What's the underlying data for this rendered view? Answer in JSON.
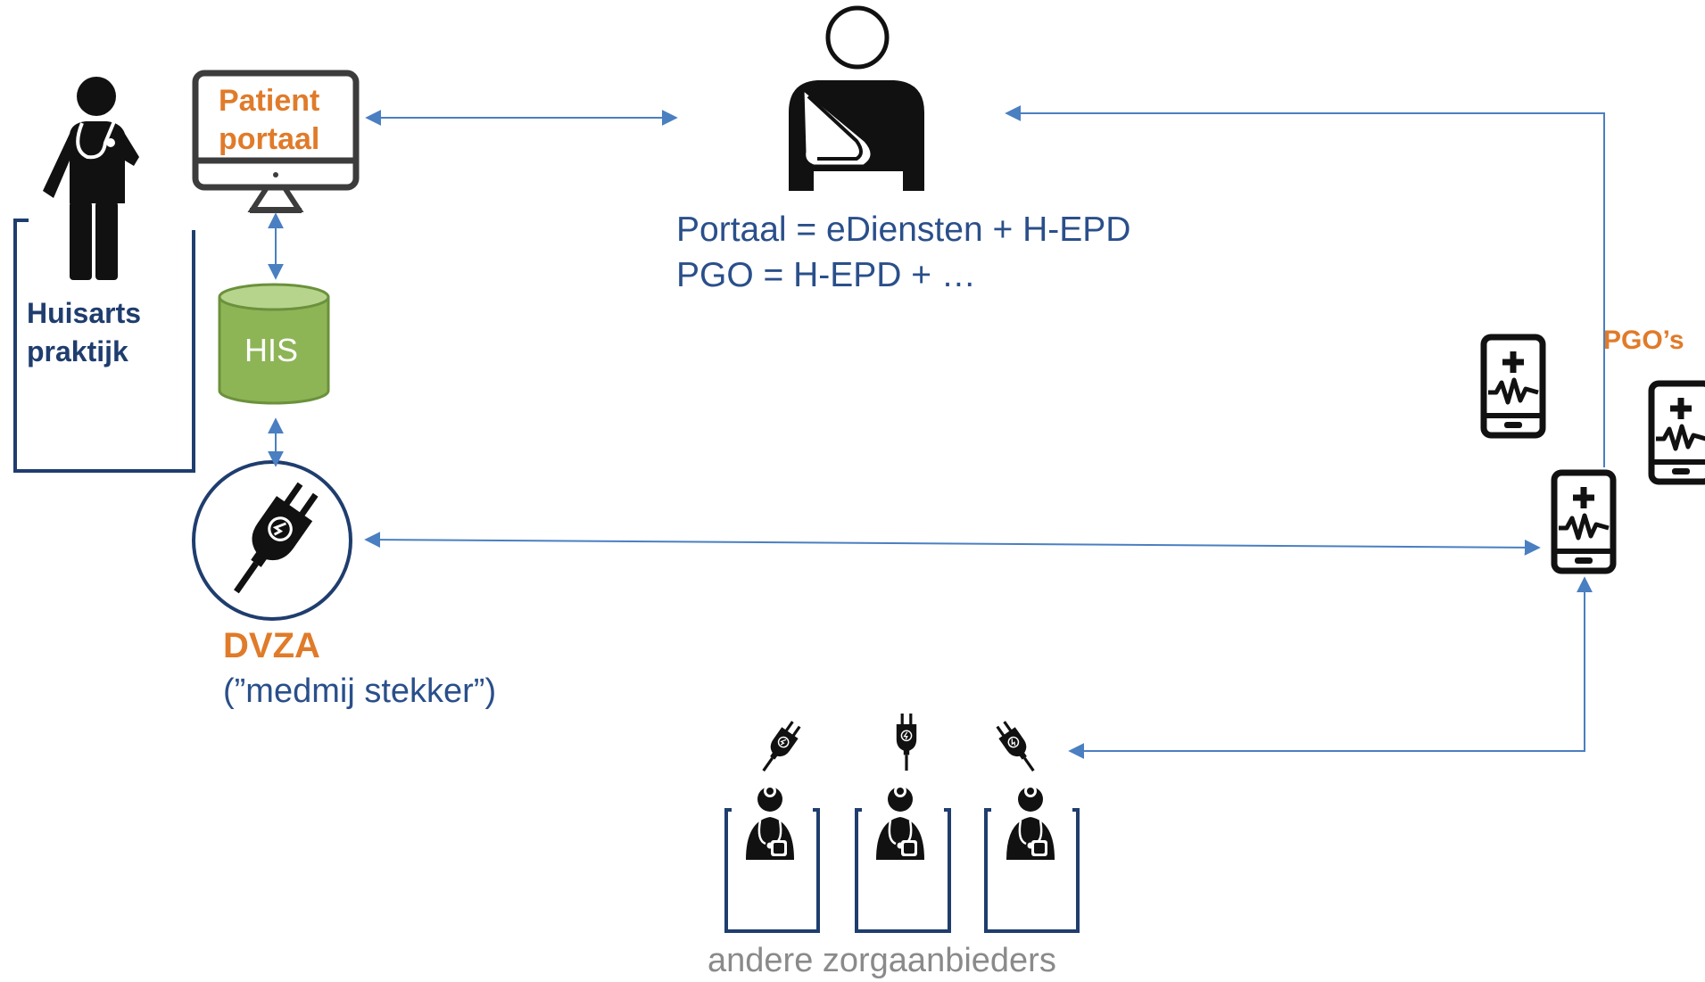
{
  "colors": {
    "navy": "#1f3d6e",
    "orange": "#e07b2a",
    "arrow": "#4a7fc1",
    "his_green": "#8db556",
    "his_green_top": "#b7d48d",
    "icon": "#111111",
    "grey_text": "#8a8a8a"
  },
  "labels": {
    "huisarts_line1": "Huisarts",
    "huisarts_line2": "praktijk",
    "portaal_line1": "Patient",
    "portaal_line2": "portaal",
    "his": "HIS",
    "dvza": "DVZA",
    "dvza_sub": "(”medmij stekker”)",
    "equation1": "Portaal = eDiensten + H-EPD",
    "equation2": "PGO = H-EPD + …",
    "pgos": "PGO’s",
    "andere": "andere zorgaanbieders"
  },
  "icons": {
    "doctor": "doctor-icon",
    "monitor": "monitor-icon",
    "database": "database-icon",
    "plug": "plug-icon",
    "patient": "patient-arm-sling-icon",
    "phone": "health-phone-icon",
    "care_provider": "care-provider-icon"
  }
}
